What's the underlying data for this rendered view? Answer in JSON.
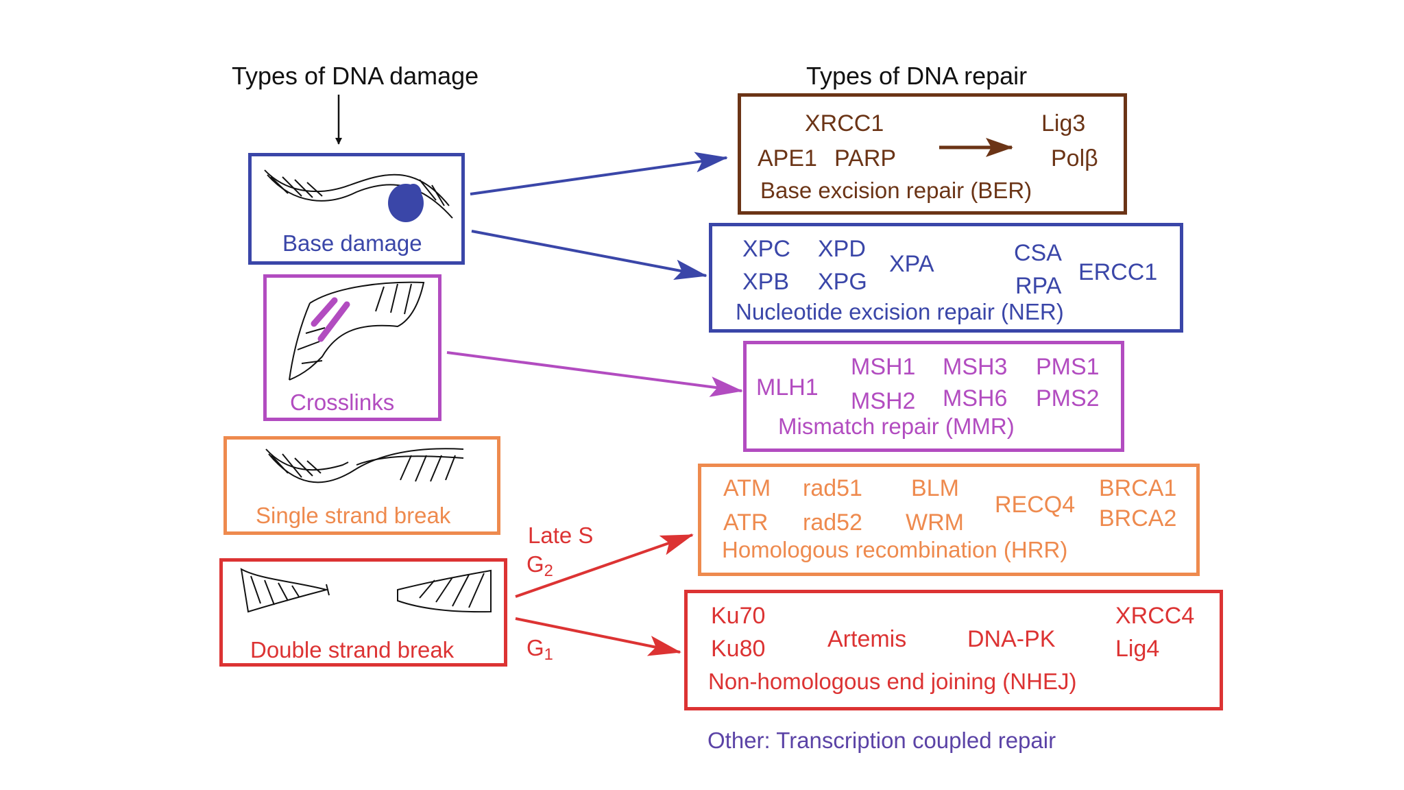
{
  "headers": {
    "damage": "Types of DNA damage",
    "repair": "Types of DNA repair"
  },
  "colors": {
    "ber": "#6b3416",
    "ner": "#3a46a8",
    "mmr": "#b24cc0",
    "hrr": "#ee8a4e",
    "nhej": "#dc3333",
    "other": "#5b43a6",
    "ink": "#111111"
  },
  "damage": {
    "base": {
      "label": "Base damage"
    },
    "crosslinks": {
      "label": "Crosslinks"
    },
    "ssb": {
      "label": "Single strand break"
    },
    "dsb": {
      "label": "Double strand break"
    }
  },
  "phases": {
    "late_s": "Late S",
    "g2_main": "G",
    "g2_sub": "2",
    "g1_main": "G",
    "g1_sub": "1"
  },
  "repair": {
    "ber": {
      "title": "Base excision repair (BER)",
      "xrcc1": "XRCC1",
      "ape1": "APE1",
      "parp": "PARP",
      "lig3": "Lig3",
      "polb": "Polβ"
    },
    "ner": {
      "title": "Nucleotide excision repair (NER)",
      "xpc": "XPC",
      "xpb": "XPB",
      "xpd": "XPD",
      "xpg": "XPG",
      "xpa": "XPA",
      "csa": "CSA",
      "rpa": "RPA",
      "ercc1": "ERCC1"
    },
    "mmr": {
      "title": "Mismatch repair (MMR)",
      "mlh1": "MLH1",
      "msh1": "MSH1",
      "msh2": "MSH2",
      "msh3": "MSH3",
      "msh6": "MSH6",
      "pms1": "PMS1",
      "pms2": "PMS2"
    },
    "hrr": {
      "title": "Homologous recombination (HRR)",
      "atm": "ATM",
      "atr": "ATR",
      "rad51": "rad51",
      "rad52": "rad52",
      "blm": "BLM",
      "wrm": "WRM",
      "recq4": "RECQ4",
      "brca1": "BRCA1",
      "brca2": "BRCA2"
    },
    "nhej": {
      "title": "Non-homologous end joining (NHEJ)",
      "ku70": "Ku70",
      "ku80": "Ku80",
      "artemis": "Artemis",
      "dnapk": "DNA-PK",
      "xrcc4": "XRCC4",
      "lig4": "Lig4"
    }
  },
  "other": "Other: Transcription coupled repair"
}
